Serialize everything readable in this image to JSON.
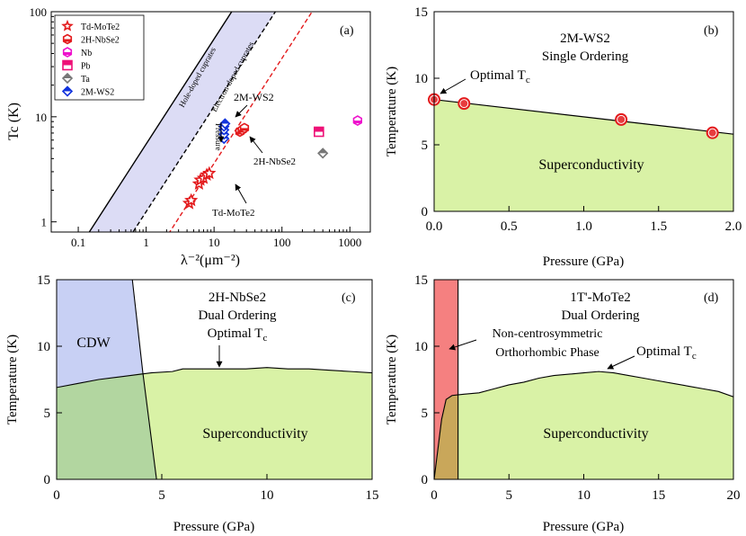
{
  "chart_data": [
    {
      "id": "a",
      "type": "scatter",
      "panel_label": "(a)",
      "xlabel": "λ⁻²(μm⁻²)",
      "ylabel": "Tc (K)",
      "xscale": "log",
      "yscale": "log",
      "xlim": [
        0.04,
        2000
      ],
      "ylim": [
        0.8,
        100
      ],
      "xticks": [
        {
          "v": 0.1,
          "label": "0.1"
        },
        {
          "v": 1,
          "label": "1"
        },
        {
          "v": 10,
          "label": "10"
        },
        {
          "v": 100,
          "label": "100"
        },
        {
          "v": 1000,
          "label": "1000"
        }
      ],
      "yticks": [
        {
          "v": 1,
          "label": "1"
        },
        {
          "v": 10,
          "label": "10"
        },
        {
          "v": 100,
          "label": "100"
        }
      ],
      "band_label_hole": "Hole-doped cuprates",
      "band_label_electron": "Electron-doped cuprates",
      "legend_position": "top-left",
      "legend": [
        {
          "name": "Td-MoTe2",
          "marker": "star",
          "color": "#e31a1c"
        },
        {
          "name": "2H-NbSe2",
          "marker": "hexagon",
          "color": "#e31a1c"
        },
        {
          "name": "Nb",
          "marker": "hexagon",
          "color": "#ee11cc"
        },
        {
          "name": "Pb",
          "marker": "square",
          "color": "#ee1177"
        },
        {
          "name": "Ta",
          "marker": "diamond",
          "color": "#777777"
        },
        {
          "name": "2M-WS2",
          "marker": "diamond",
          "color": "#1133dd"
        }
      ],
      "series": [
        {
          "name": "Td-MoTe2",
          "points": [
            [
              4.3,
              1.5
            ],
            [
              4.6,
              1.6
            ],
            [
              6.0,
              2.3
            ],
            [
              6.3,
              2.5
            ],
            [
              7.0,
              2.6
            ],
            [
              7.8,
              2.8
            ],
            [
              8.5,
              2.9
            ]
          ]
        },
        {
          "name": "2H-NbSe2",
          "points": [
            [
              24,
              7.2
            ],
            [
              26,
              7.5
            ],
            [
              28,
              7.8
            ]
          ]
        },
        {
          "name": "2M-WS2",
          "points": [
            [
              14,
              6.2
            ],
            [
              14,
              6.8
            ],
            [
              14,
              7.5
            ],
            [
              14,
              8.1
            ],
            [
              14.5,
              8.6
            ]
          ]
        },
        {
          "name": "Nb",
          "points": [
            [
              1300,
              9.2
            ]
          ]
        },
        {
          "name": "Pb",
          "points": [
            [
              350,
              7.2
            ]
          ]
        },
        {
          "name": "Ta",
          "points": [
            [
              400,
              4.5
            ]
          ]
        }
      ],
      "annotations": {
        "pressure": "Pressure",
        "ws2": "2M-WS2",
        "nbse2": "2H-NbSe2",
        "mote2": "Td-MoTe2"
      },
      "colors": {
        "band": "#dcdcf5",
        "hole_line": "#000000",
        "electron_line": "#000000",
        "red_line": "#e31a1c"
      }
    },
    {
      "id": "b",
      "type": "line",
      "panel_label": "(b)",
      "title_line1": "2M-WS2",
      "title_line2": "Single Ordering",
      "xlabel": "Pressure (GPa)",
      "ylabel": "Temperature (K)",
      "xlim": [
        0,
        2.0
      ],
      "ylim": [
        0,
        15
      ],
      "xticks": [
        "0.0",
        "0.5",
        "1.0",
        "1.5",
        "2.0"
      ],
      "yticks": [
        "0",
        "5",
        "10",
        "15"
      ],
      "sc_boundary": [
        [
          0,
          8.4
        ],
        [
          2.0,
          5.8
        ]
      ],
      "points": [
        [
          0,
          8.4
        ],
        [
          0.2,
          8.1
        ],
        [
          1.25,
          6.9
        ],
        [
          1.86,
          5.9
        ]
      ],
      "region_label": "Superconductivity",
      "optimal_label": "Optimal T",
      "optimal_sub": "c",
      "colors": {
        "sc": "#d9f2a6",
        "marker": "#e31a1c"
      }
    },
    {
      "id": "c",
      "type": "area",
      "panel_label": "(c)",
      "title_line1": "2H-NbSe2",
      "title_line2": "Dual Ordering",
      "title_line3": "Optimal T",
      "xlabel": "Pressure (GPa)",
      "ylabel": "Temperature (K)",
      "xlim": [
        0,
        15
      ],
      "ylim": [
        0,
        15
      ],
      "xticks": [
        "0",
        "5",
        "10",
        "15"
      ],
      "yticks": [
        "0",
        "5",
        "10",
        "15"
      ],
      "sc_boundary": [
        [
          0,
          6.9
        ],
        [
          1,
          7.2
        ],
        [
          2,
          7.5
        ],
        [
          3,
          7.7
        ],
        [
          4.5,
          8.0
        ],
        [
          5.5,
          8.1
        ],
        [
          6,
          8.3
        ],
        [
          7,
          8.3
        ],
        [
          8,
          8.3
        ],
        [
          9,
          8.3
        ],
        [
          10,
          8.4
        ],
        [
          11,
          8.3
        ],
        [
          12,
          8.3
        ],
        [
          13,
          8.2
        ],
        [
          14,
          8.1
        ],
        [
          15,
          8.0
        ]
      ],
      "cdw_boundary": [
        [
          3.6,
          15
        ],
        [
          4.1,
          8.0
        ],
        [
          4.75,
          0
        ]
      ],
      "region_labels": {
        "cdw": "CDW",
        "sc": "Superconductivity"
      },
      "colors": {
        "sc": "#d9f2a6",
        "cdw": "#c8d0f4",
        "overlap": "#b2d6a0"
      }
    },
    {
      "id": "d",
      "type": "area",
      "panel_label": "(d)",
      "title_line1": "1T'-MoTe2",
      "title_line2": "Dual Ordering",
      "xlabel": "Pressure (GPa)",
      "ylabel": "Temperature (K)",
      "xlim": [
        0,
        20
      ],
      "ylim": [
        0,
        15
      ],
      "xticks": [
        "0",
        "5",
        "10",
        "15",
        "20"
      ],
      "yticks": [
        "0",
        "5",
        "10",
        "15"
      ],
      "sc_boundary": [
        [
          0,
          0
        ],
        [
          0.5,
          4.5
        ],
        [
          0.8,
          6.0
        ],
        [
          1.2,
          6.3
        ],
        [
          2,
          6.4
        ],
        [
          3,
          6.5
        ],
        [
          4,
          6.8
        ],
        [
          5,
          7.1
        ],
        [
          6,
          7.3
        ],
        [
          7,
          7.6
        ],
        [
          8,
          7.8
        ],
        [
          9,
          7.9
        ],
        [
          10,
          8.0
        ],
        [
          11,
          8.1
        ],
        [
          12,
          8.0
        ],
        [
          13,
          7.8
        ],
        [
          14,
          7.6
        ],
        [
          15,
          7.4
        ],
        [
          16,
          7.2
        ],
        [
          17,
          7.0
        ],
        [
          18,
          6.8
        ],
        [
          19,
          6.6
        ],
        [
          20,
          6.2
        ]
      ],
      "phase_region_x": [
        0,
        1.6
      ],
      "region_labels": {
        "phase_line1": "Non-centrosymmetric",
        "phase_line2": "Orthorhombic Phase",
        "sc": "Superconductivity"
      },
      "optimal_label": "Optimal T",
      "optimal_sub": "c",
      "colors": {
        "sc": "#d9f2a6",
        "phase": "#f58080",
        "overlap": "#c9a75a"
      }
    }
  ]
}
